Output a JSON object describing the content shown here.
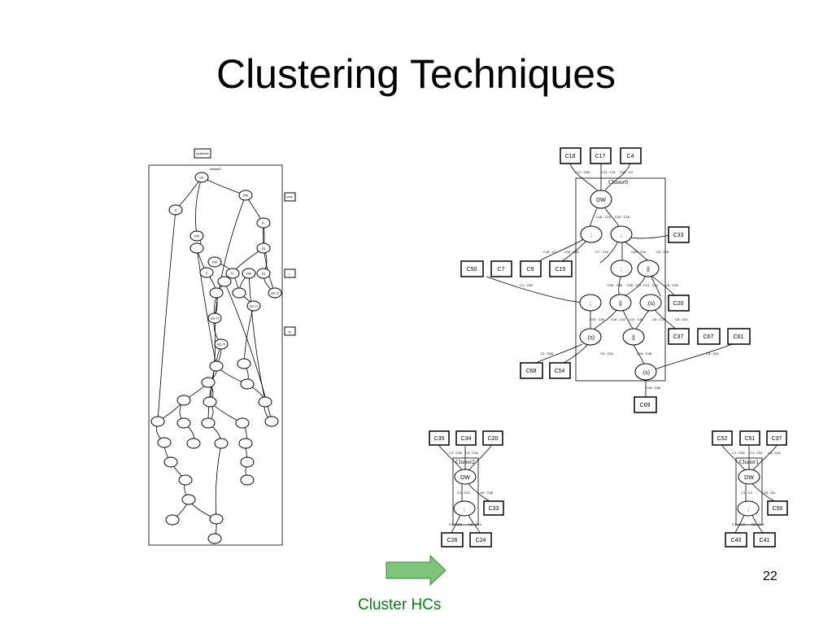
{
  "slide": {
    "title": "Clustering Techniques",
    "number": "22",
    "caption": "Cluster HCs",
    "arrow_color": "#7fc47a",
    "caption_color": "#0a7a1e"
  },
  "big_graph": {
    "top_box": "pcMutex",
    "cluster_label": "cluster0",
    "side_boxes": [
      "pcsr",
      "r",
      "w"
    ],
    "ellipse_labels": [
      "wF",
      "DW",
      "||",
      "Fr",
      "DW",
      ";",
      "(s)",
      "DW",
      "||",
      "Fr",
      "DW",
      "(s)",
      "...",
      "~",
      "...",
      "e(b.7)",
      "e(b.7)",
      "e(b.7)",
      "e(b.7)"
    ]
  },
  "cluster0": {
    "label": "Cluster0",
    "top_boxes": [
      "C18",
      "C17",
      "C4"
    ],
    "left_boxes": [
      "C50",
      "C7",
      "C9",
      "C15"
    ],
    "right_boxes": [
      "C33",
      "C20",
      "C37",
      "C67",
      "C61"
    ],
    "bottom_boxes": [
      "C68",
      "C54",
      "C69"
    ],
    "ellipses": [
      "DW",
      ";",
      ";",
      ";",
      "||",
      ";",
      "||",
      ".(s)",
      ".(s)",
      "||",
      ".(s)"
    ]
  },
  "cluster2": {
    "label": "Cluster2",
    "top_boxes": [
      "C35",
      "C34",
      "C20"
    ],
    "ellipses": [
      "DW",
      ";"
    ],
    "side_box": "C33",
    "bottom_boxes": [
      "C26",
      "C24"
    ]
  },
  "cluster1": {
    "label": "Cluster1",
    "top_boxes": [
      "C52",
      "C51",
      "C37"
    ],
    "ellipses": [
      "DW",
      ";"
    ],
    "side_box": "C50",
    "bottom_boxes": [
      "C43",
      "C41"
    ]
  }
}
